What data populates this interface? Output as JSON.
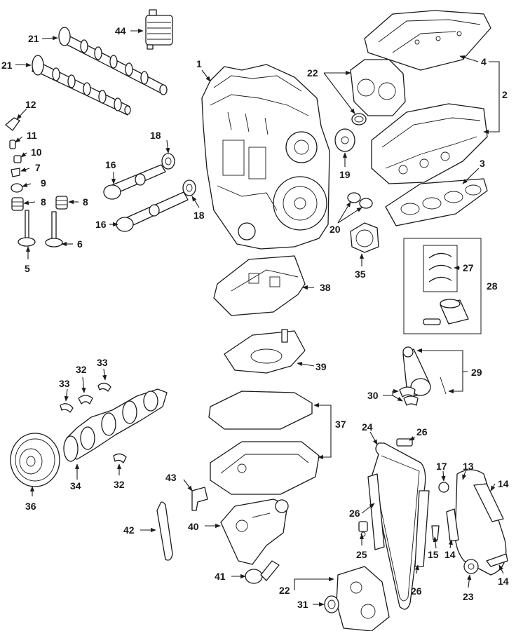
{
  "callouts": {
    "c1": "1",
    "c2": "2",
    "c3": "3",
    "c4": "4",
    "c5": "5",
    "c6": "6",
    "c7": "7",
    "c8a": "8",
    "c8b": "8",
    "c9": "9",
    "c10": "10",
    "c11": "11",
    "c12": "12",
    "c13": "13",
    "c14a": "14",
    "c14b": "14",
    "c14c": "14",
    "c15": "15",
    "c16a": "16",
    "c16b": "16",
    "c17": "17",
    "c18a": "18",
    "c18b": "18",
    "c19": "19",
    "c20": "20",
    "c21a": "21",
    "c21b": "21",
    "c22a": "22",
    "c22b": "22",
    "c23": "23",
    "c24": "24",
    "c25": "25",
    "c26a": "26",
    "c26b": "26",
    "c26c": "26",
    "c27": "27",
    "c28": "28",
    "c29": "29",
    "c30": "30",
    "c31": "31",
    "c32a": "32",
    "c32b": "32",
    "c33a": "33",
    "c33b": "33",
    "c34": "34",
    "c35": "35",
    "c36": "36",
    "c37": "37",
    "c38": "38",
    "c39": "39",
    "c40": "40",
    "c41": "41",
    "c42": "42",
    "c43": "43",
    "c44": "44"
  },
  "colors": {
    "line": "#1a1a1a",
    "background": "#ffffff"
  }
}
